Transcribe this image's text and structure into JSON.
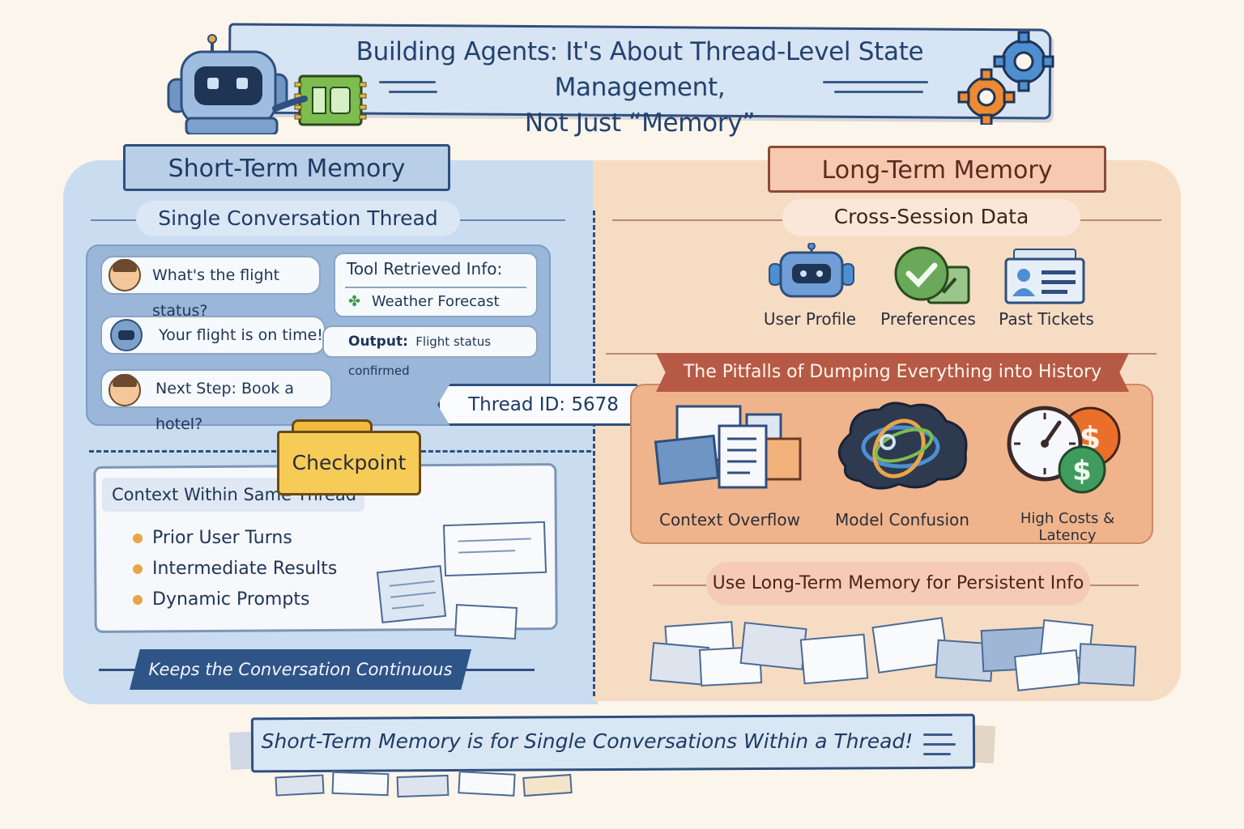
{
  "title": {
    "line1": "Building Agents: It's About Thread-Level State Management,",
    "line2": "Not Just “Memory”"
  },
  "short_term": {
    "header": "Short-Term Memory",
    "subtitle": "Single Conversation Thread",
    "chat": [
      {
        "speaker": "user",
        "text": "What's the flight status?"
      },
      {
        "speaker": "bot",
        "text": "Your flight is on time!"
      },
      {
        "speaker": "user",
        "text": "Next Step: Book a hotel?"
      }
    ],
    "tool_card": {
      "title": "Tool Retrieved Info:",
      "item": "Weather Forecast"
    },
    "output": {
      "label": "Output:",
      "value": "Flight status confirmed"
    },
    "thread_id": "Thread ID: 5678",
    "checkpoint": "Checkpoint",
    "context": {
      "title": "Context Within Same Thread",
      "bullets": [
        "Prior User Turns",
        "Intermediate Results",
        "Dynamic Prompts"
      ]
    },
    "banner": "Keeps the Conversation Continuous"
  },
  "long_term": {
    "header": "Long-Term Memory",
    "subtitle": "Cross-Session Data",
    "icons": [
      "User Profile",
      "Preferences",
      "Past Tickets"
    ],
    "pitfalls_title": "The Pitfalls of Dumping Everything into History",
    "pitfalls": [
      "Context Overflow",
      "Model Confusion",
      "High Costs & Latency"
    ],
    "advice": "Use Long-Term Memory for Persistent Info"
  },
  "footer": "Short-Term Memory is for Single Conversations Within a Thread!",
  "colors": {
    "short_term_panel": "#c9dcf0",
    "long_term_panel": "#f6dcc3",
    "accent_navy": "#2f4f7d",
    "pitfall_red": "#b65a45",
    "checkpoint_yellow": "#f6cc56"
  }
}
